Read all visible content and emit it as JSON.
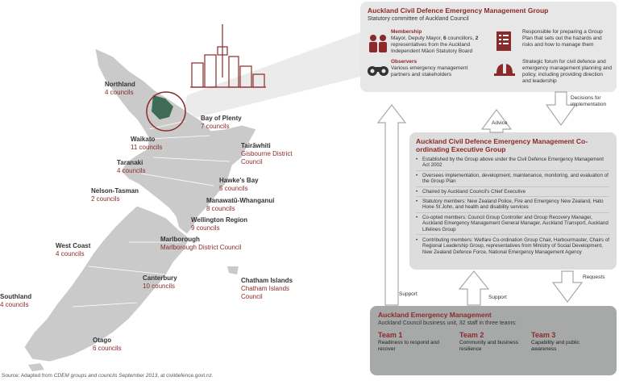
{
  "regions": [
    {
      "id": "northland",
      "name": "Northland",
      "sub": "4 councils"
    },
    {
      "id": "bay-of-plenty",
      "name": "Bay of Plenty",
      "sub": "7 councils"
    },
    {
      "id": "waikato",
      "name": "Waikato",
      "sub": "11 councils"
    },
    {
      "id": "tairawhiti",
      "name": "Tairāwhiti",
      "sub": "Gisbourne District Council"
    },
    {
      "id": "taranaki",
      "name": "Taranaki",
      "sub": "4 councils"
    },
    {
      "id": "hawkes-bay",
      "name": "Hawke's Bay",
      "sub": "5 councils"
    },
    {
      "id": "nelson-tasman",
      "name": "Nelson-Tasman",
      "sub": "2 councils"
    },
    {
      "id": "manawatu",
      "name": "Manawatū-Whanganui",
      "sub": "8 councils"
    },
    {
      "id": "wellington",
      "name": "Wellington Region",
      "sub": "9 councils"
    },
    {
      "id": "marlborough",
      "name": "Marlborough",
      "sub": "Marlborough District Council"
    },
    {
      "id": "west-coast",
      "name": "West Coast",
      "sub": "4 councils"
    },
    {
      "id": "canterbury",
      "name": "Canterbury",
      "sub": "10 councils"
    },
    {
      "id": "chatham",
      "name": "Chatham Islands",
      "sub": "Chatham Islands Council"
    },
    {
      "id": "southland",
      "name": "Southland",
      "sub": "4 councils"
    },
    {
      "id": "otago",
      "name": "Otago",
      "sub": "6 councils"
    }
  ],
  "group": {
    "title": "Auckland Civil Defence Emergency Management Group",
    "subtitle": "Statutory committee of Auckland Council",
    "membership_label": "Membership",
    "membership_text_a": "Mayor, Deputy Mayor, ",
    "membership_num_a": "6",
    "membership_text_b": " councillors,",
    "membership_num_b": "2",
    "membership_text_c": " representatives from the Auckland Independent Māori Statutory Board",
    "observers_label": "Observers",
    "observers_text": "Various emergency management partners and stakeholders",
    "plan_text": "Responsible for preparing a Group Plan that sets out the hazards and risks and how to manage them",
    "forum_text": "Strategic forum for civil defence and emergency management planning and policy, including providing direction and leadership"
  },
  "ceg": {
    "title": "Auckland Civil Defence Emergency Management Co-ordinating Executive Group",
    "bullets": [
      "Established by the Group above under the Civil Defence Emergency Management Act 2002",
      "Oversees implementation, development, maintenance, monitoring, and evaluation of the Group Plan",
      "Chaired by Auckland Council's Chief Executive",
      "Statutory members: New Zealand Police, Fire and Emergency New Zealand, Hato Hone St John, and health and disability services",
      "Co-opted members: Council Group Controller and Group Recovery Manager, Auckland Emergency Management General Manager, Auckland Transport, Auckland Lifelines Group",
      "Contributing members: Welfare Co-ordination Group Chair, Harbourmaster, Chairs of Regional Leadership Group, representatives from Ministry of Social Development, New Zealand Defence Force, National Emergency Management Agency"
    ]
  },
  "aem": {
    "title": "Auckland Emergency Management",
    "subtitle": "Auckland Council business unit, 32 staff in three teams:",
    "teams": [
      {
        "name": "Team 1",
        "desc": "Readiness to respond and recover"
      },
      {
        "name": "Team 2",
        "desc": "Community and business resilience"
      },
      {
        "name": "Team 3",
        "desc": "Capability and public awareness"
      }
    ]
  },
  "arrows": {
    "decisions": "Decisions for implementation",
    "advice": "Advice",
    "requests": "Requests",
    "support_left": "Support",
    "support_mid": "Support"
  },
  "source_prefix": "Source: Adapted from ",
  "source_italic": "CDEM groups and councils September 2013",
  "source_suffix": ", at civildefence.govt.nz.",
  "colors": {
    "accent": "#8b2a2a",
    "map": "#c9cac9",
    "box_light": "#e6e7e6",
    "box_mid": "#dcdddc",
    "box_dark": "#a7a9a8"
  }
}
